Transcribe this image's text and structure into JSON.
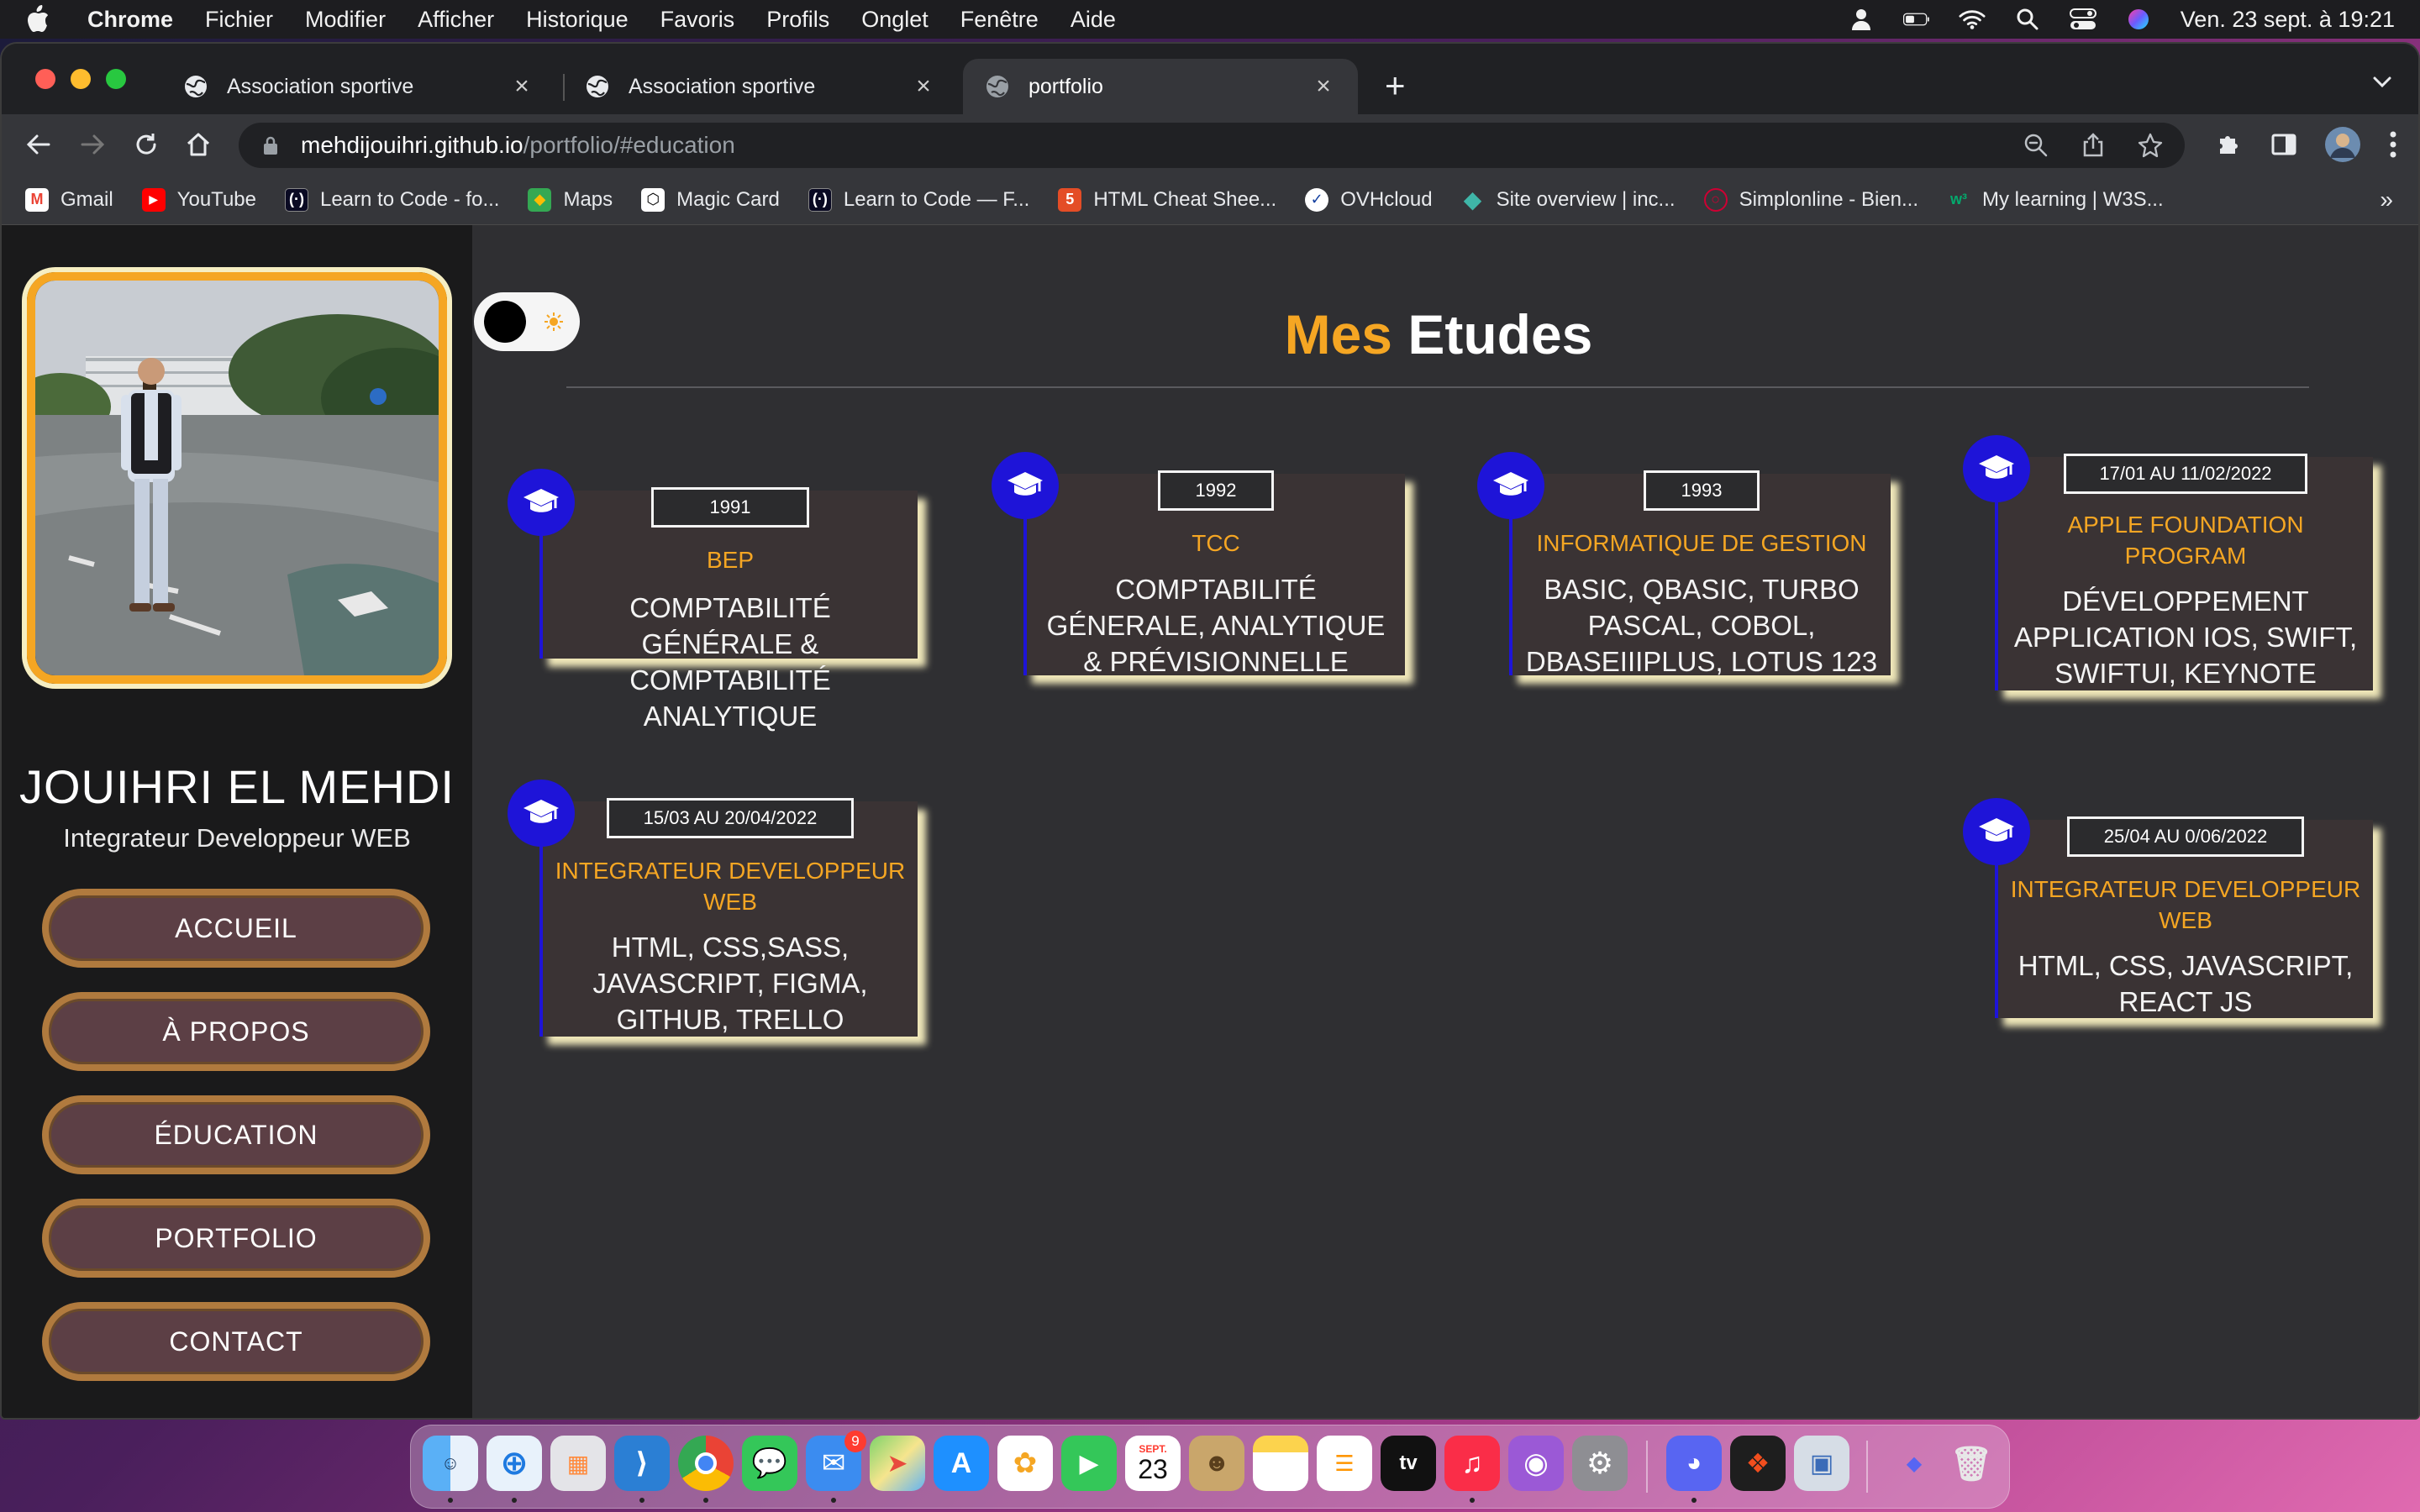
{
  "menubar": {
    "app_name": "Chrome",
    "items": [
      "Fichier",
      "Modifier",
      "Afficher",
      "Historique",
      "Favoris",
      "Profils",
      "Onglet",
      "Fenêtre",
      "Aide"
    ],
    "datetime": "Ven. 23 sept. à  19:21"
  },
  "browser": {
    "tabs": [
      {
        "title": "Association sportive",
        "active": false
      },
      {
        "title": "Association sportive",
        "active": false
      },
      {
        "title": "portfolio",
        "active": true
      }
    ],
    "url_host": "mehdijouihri.github.io",
    "url_path": "/portfolio/#education",
    "bookmarks": [
      {
        "label": "Gmail",
        "icon": "gmail-icon",
        "color": "#ea4335"
      },
      {
        "label": "YouTube",
        "icon": "youtube-icon",
        "color": "#ff0000"
      },
      {
        "label": "Learn to Code - fo...",
        "icon": "freecodecamp-icon",
        "color": "#0a0a23"
      },
      {
        "label": "Maps",
        "icon": "maps-icon",
        "color": "#34a853"
      },
      {
        "label": "Magic Card",
        "icon": "codepen-icon",
        "color": "#ffffff"
      },
      {
        "label": "Learn to Code — F...",
        "icon": "freecodecamp-icon",
        "color": "#0a0a23"
      },
      {
        "label": "HTML Cheat Shee...",
        "icon": "html-icon",
        "color": "#e44d26"
      },
      {
        "label": "OVHcloud",
        "icon": "ovh-icon",
        "color": "#123f9f"
      },
      {
        "label": "Site overview | inc...",
        "icon": "diamond-icon",
        "color": "#3fb6a8"
      },
      {
        "label": "Simplonline - Bien...",
        "icon": "simplon-icon",
        "color": "#ce0033"
      },
      {
        "label": "My learning | W3S...",
        "icon": "w3schools-icon",
        "color": "#04aa6d"
      }
    ],
    "bookmarks_more": "»"
  },
  "sidebar": {
    "name": "JOUIHRI EL MEHDI",
    "role": "Integrateur Developpeur WEB",
    "nav": [
      {
        "id": "accueil",
        "label": "ACCUEIL"
      },
      {
        "id": "apropos",
        "label": "À PROPOS"
      },
      {
        "id": "education",
        "label": "ÉDUCATION"
      },
      {
        "id": "portfolio",
        "label": "PORTFOLIO"
      },
      {
        "id": "contact",
        "label": "CONTACT"
      }
    ]
  },
  "main": {
    "title_accent": "Mes",
    "title_rest": " Etudes",
    "education": [
      {
        "date": "1991",
        "course": "BEP",
        "desc": "COMPTABILITÉ GÉNÉRALE & COMPTABILITÉ ANALYTIQUE"
      },
      {
        "date": "1992",
        "course": "TCC",
        "desc": "COMPTABILITÉ GÉNERALE, ANALYTIQUE & PRÉVISIONNELLE"
      },
      {
        "date": "1993",
        "course": "INFORMATIQUE DE GESTION",
        "desc": "BASIC, QBASIC, TURBO PASCAL, COBOL, DBASEIIIPLUS, LOTUS 123"
      },
      {
        "date": "17/01 AU 11/02/2022",
        "course": "APPLE FOUNDATION PROGRAM",
        "desc": "DÉVELOPPEMENT APPLICATION IOS, SWIFT, SWIFTUI, KEYNOTE"
      },
      {
        "date": "15/03 AU 20/04/2022",
        "course": "INTEGRATEUR DEVELOPPEUR WEB",
        "desc": "HTML, CSS,SASS, JAVASCRIPT, FIGMA, GITHUB, TRELLO"
      },
      {
        "date": "25/04 AU 0/06/2022",
        "course": "INTEGRATEUR DEVELOPPEUR WEB",
        "desc": "HTML, CSS, JAVASCRIPT, REACT JS"
      }
    ]
  },
  "dock": {
    "calendar_month": "SEPT.",
    "calendar_day": "23",
    "mail_badge": "9",
    "tv_label": "tv",
    "apps": [
      "finder",
      "safari",
      "launchpad",
      "vscode",
      "chrome",
      "messages",
      "mail",
      "maps",
      "app-store",
      "photos",
      "facetime",
      "calendar",
      "contacts",
      "notes",
      "reminders",
      "apple-tv",
      "music",
      "podcasts",
      "system-preferences",
      "discord",
      "figma",
      "preview",
      "downloads",
      "trash"
    ]
  },
  "colors": {
    "accent": "#f5a623",
    "timeline_blue": "#1e14d8",
    "card_bg": "#3a3334",
    "nav_bg": "#5c3f45",
    "nav_border": "#b07a3e"
  }
}
